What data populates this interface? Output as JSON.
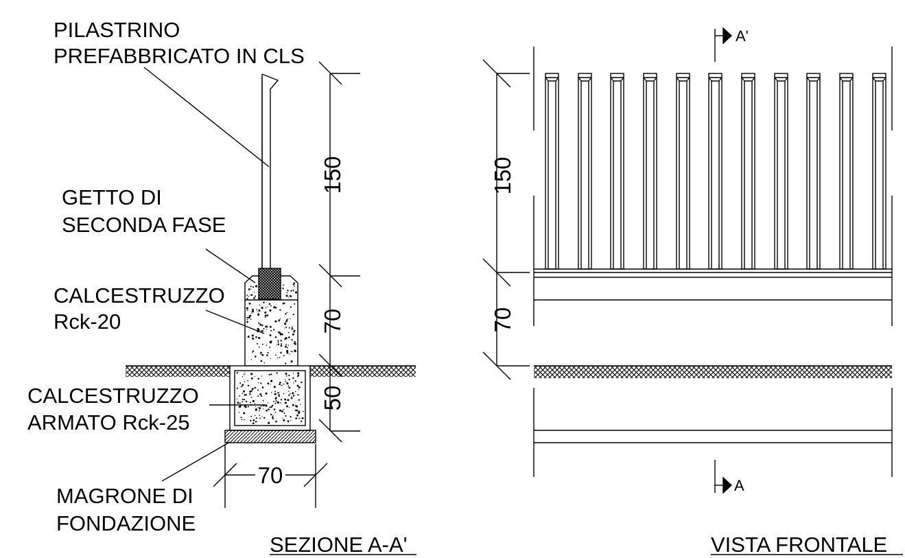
{
  "section": {
    "labels": {
      "pilastrino_1": "PILASTRINO",
      "pilastrino_2": "PREFABBRICATO IN CLS",
      "getto_1": "GETTO DI",
      "getto_2": "SECONDA FASE",
      "cls_1": "CALCESTRUZZO",
      "cls_2": "Rck-20",
      "armato_1": "CALCESTRUZZO",
      "armato_2": "ARMATO Rck-25",
      "magrone_1": "MAGRONE DI",
      "magrone_2": "FONDAZIONE"
    },
    "dims": {
      "h_post": "150",
      "h_wall": "70",
      "h_found": "50",
      "w_found": "70"
    },
    "title": "SEZIONE A-A'"
  },
  "front": {
    "dims": {
      "h_post": "150",
      "h_wall": "70"
    },
    "marker_top": "A'",
    "marker_bottom": "A",
    "title": "VISTA FRONTALE"
  }
}
